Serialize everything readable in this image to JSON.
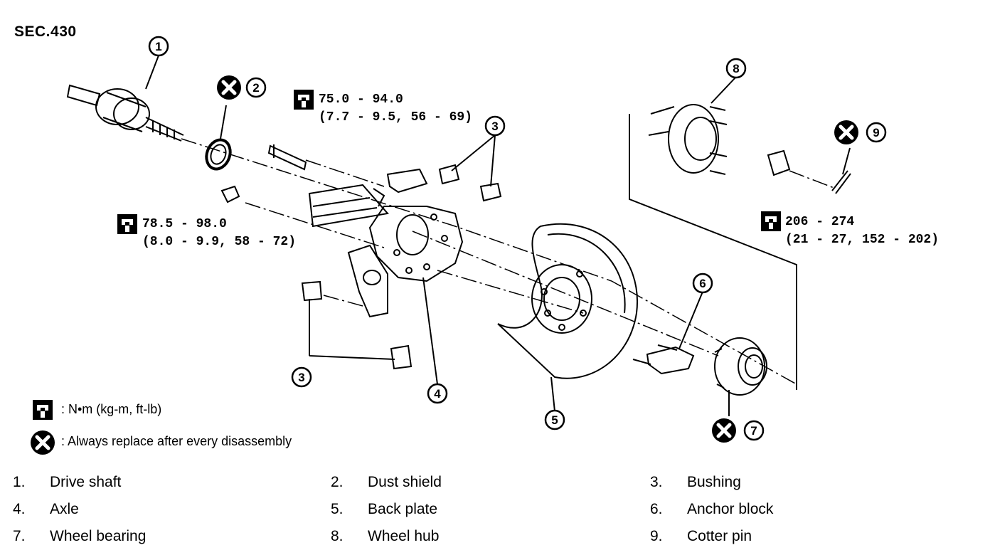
{
  "section": "SEC.430",
  "torques": {
    "knuckle_bolt": {
      "nm": "75.0 - 94.0",
      "alt": "(7.7 - 9.5, 56 - 69)"
    },
    "nut": {
      "nm": "78.5 - 98.0",
      "alt": "(8.0 - 9.9, 58 - 72)"
    },
    "hub_nut": {
      "nm": "206 - 274",
      "alt": "(21 - 27, 152 - 202)"
    }
  },
  "callouts": [
    "1",
    "2",
    "3",
    "3",
    "4",
    "5",
    "6",
    "7",
    "8",
    "9"
  ],
  "legend": {
    "torque_units": ": N•m  (kg-m,  ft-lb)",
    "replace_note": ": Always replace after every disassembly"
  },
  "parts": [
    {
      "num": "1.",
      "name": "Drive shaft"
    },
    {
      "num": "2.",
      "name": "Dust shield"
    },
    {
      "num": "3.",
      "name": "Bushing"
    },
    {
      "num": "4.",
      "name": "Axle"
    },
    {
      "num": "5.",
      "name": "Back plate"
    },
    {
      "num": "6.",
      "name": "Anchor block"
    },
    {
      "num": "7.",
      "name": "Wheel bearing"
    },
    {
      "num": "8.",
      "name": "Wheel hub"
    },
    {
      "num": "9.",
      "name": "Cotter pin"
    }
  ]
}
